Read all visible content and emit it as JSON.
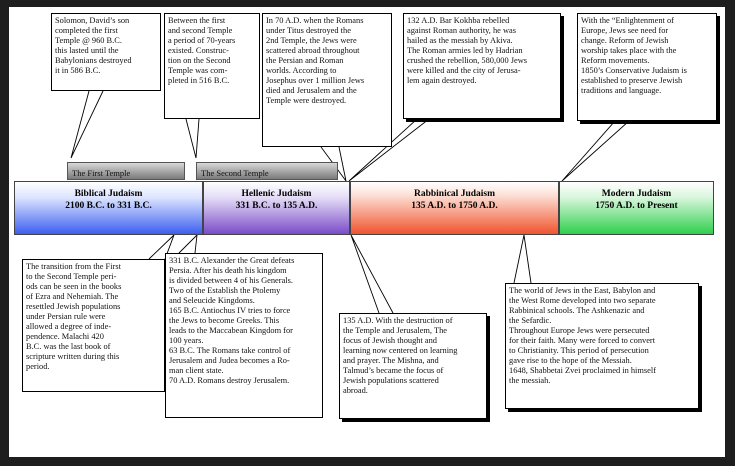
{
  "top_notes": [
    {
      "id": "solomon",
      "text": "Solomon, David’s son\ncompleted the first\nTemple @ 960 B.C.\nthis lasted until the\nBabylonians destroyed\nit in 586 B.C."
    },
    {
      "id": "between",
      "text": "Between the first\nand second Temple\na period of 70-years\nexisted.  Construc-\ntion on the Second\nTemple was com-\npleted in 516 B.C."
    },
    {
      "id": "titus",
      "text": "In 70 A.D. when the Romans\nunder Titus destroyed the\n2nd Temple, the Jews were\nscattered abroad throughout\nthe Persian and Roman\nworlds. According to\nJosephus over 1 million Jews\ndied and Jerusalem and the\nTemple were destroyed."
    },
    {
      "id": "kokhba",
      "text": "132 A.D. Bar Kokhba rebelled\nagainst Roman authority, he was\nhailed as the messiah by Akiva.\nThe  Roman armies led by Hadrian\ncrushed the rebellion, 580,000 Jews\nwere killed and the city of Jerusa-\nlem again destroyed."
    },
    {
      "id": "enlightenment",
      "text": "With the “Enlightenment of\nEurope, Jews see need for\nchange.  Reform of Jewish\nworship takes place with the\nReform movements.\n1850’s Conservative Judaism is\nestablished to preserve Jewish\ntraditions and language."
    }
  ],
  "temples": [
    {
      "id": "first",
      "label": "The First Temple"
    },
    {
      "id": "second",
      "label": "The Second Temple"
    }
  ],
  "eras": [
    {
      "id": "biblical",
      "name": "Biblical Judaism",
      "dates": "2100 B.C. to 331 B.C.",
      "color": "#3c5ff0"
    },
    {
      "id": "hellenic",
      "name": "Hellenic Judaism",
      "dates": "331 B.C. to 135 A.D.",
      "color": "#7a4cc8"
    },
    {
      "id": "rabbinical",
      "name": "Rabbinical Judaism",
      "dates": "135 A.D. to 1750 A.D.",
      "color": "#f0542e"
    },
    {
      "id": "modern",
      "name": "Modern Judaism",
      "dates": "1750 A.D. to Present",
      "color": "#2fcf4c"
    }
  ],
  "bottom_notes": [
    {
      "id": "transition",
      "text": "The transition from the First\nto the Second Temple peri-\nods can be seen in the books\nof Ezra and Nehemiah.  The\nresettled Jewish populations\nunder Persian rule were\nallowed a degree of inde-\npendence.  Malachi 420\nB.C. was the last book of\nscripture written during this\nperiod."
    },
    {
      "id": "alexander",
      "text": "331 B.C. Alexander the Great defeats\nPersia.  After his death his kingdom\nis divided between 4 of his Generals.\nTwo of the Establish the Ptolemy\nand Seleucide Kingdoms.\n165 B.C. Antiochus IV tries to force\nthe Jews to become Greeks. This\nleads to the Maccabean Kingdom for\n100 years.\n63 B.C. The Romans take control of\nJerusalem and Judea becomes a Ro-\nman client state.\n70 A.D. Romans destroy Jerusalem."
    },
    {
      "id": "destruction",
      "text": "135 A.D.  With the destruction of\nthe Temple and Jerusalem, The\nfocus of Jewish thought and\nlearning now centered on learning\nand prayer.  The Mishna, and\nTalmud’s became the focus of\nJewish populations scattered\nabroad."
    },
    {
      "id": "schools",
      "text": "The world of Jews in the East, Babylon and\nthe West Rome developed into two separate\nRabbinical schools. The Ashkenazic  and\nthe Sefardic.\nThroughout Europe Jews were persecuted\nfor their faith.  Many were forced to convert\nto Christianity. This period of persecution\ngave rise to the hope of the Messiah.\n1648, Shabbetai Zvei proclaimed in himself\nthe messiah."
    }
  ]
}
